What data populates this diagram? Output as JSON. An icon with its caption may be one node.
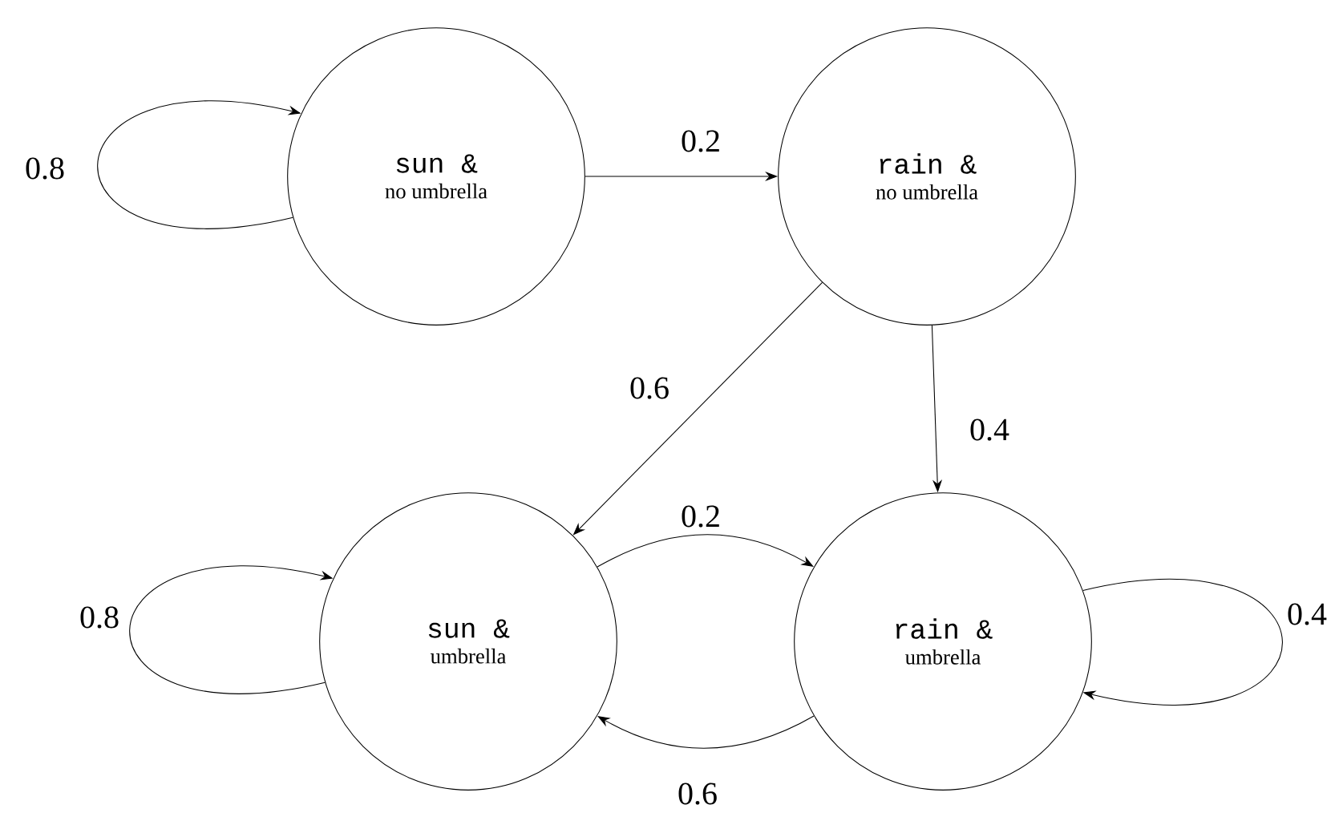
{
  "diagram": {
    "nodes": [
      {
        "text": [
          "sun &",
          "no umbrella"
        ]
      },
      {
        "text": [
          "rain &",
          "no umbrella"
        ]
      },
      {
        "text": [
          "sun &",
          "umbrella"
        ]
      },
      {
        "text": [
          "rain &",
          "umbrella"
        ]
      }
    ],
    "edges": [
      {
        "from": 0,
        "to": 0,
        "arrow": "to",
        "label": "0.8"
      },
      {
        "from": 0,
        "to": 1,
        "arrow": "to",
        "label": "0.2"
      },
      {
        "from": 1,
        "to": 2,
        "arrow": "to",
        "label": "0.6"
      },
      {
        "from": 1,
        "to": 3,
        "arrow": "to",
        "label": "0.4"
      },
      {
        "from": 2,
        "to": 3,
        "arrow": "to",
        "label": "0.2"
      },
      {
        "from": 3,
        "to": 2,
        "arrow": "to",
        "label": "0.6"
      },
      {
        "from": 2,
        "to": 2,
        "arrow": "to",
        "label": "0.8"
      },
      {
        "from": 3,
        "to": 3,
        "arrow": "to",
        "label": "0.4"
      }
    ]
  }
}
